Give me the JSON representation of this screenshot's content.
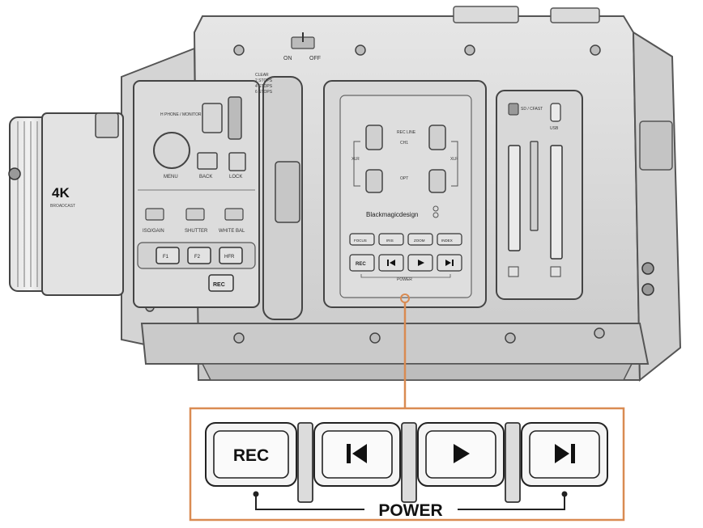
{
  "lens": {
    "format_label": "4K",
    "sub_label": "BROADCAST"
  },
  "switch": {
    "on": "ON",
    "off": "OFF"
  },
  "left_panel": {
    "menu": "MENU",
    "back": "BACK",
    "lock": "LOCK",
    "headphone": "H PHONE / MONITOR",
    "iso_gain": "ISO/GAIN",
    "shutter": "SHUTTER",
    "white_bal": "WHITE BAL",
    "f1": "F1",
    "f2": "F2",
    "hfr": "HFR",
    "rec": "REC",
    "nd_labels": [
      "CLEAR",
      "2 STOPS",
      "4 STOPS",
      "6 STOPS"
    ]
  },
  "center_panel": {
    "rec_label": "REC LINE",
    "level_label": "CH1",
    "opt_label": "OPT",
    "left_side": "XLR",
    "right_side": "XLR",
    "brand": "Blackmagicdesign",
    "top_buttons": [
      "FOCUS",
      "IRIS",
      "ZOOM",
      "INDEX"
    ],
    "transport": [
      "REC",
      "",
      "",
      ""
    ],
    "power_label": "POWER"
  },
  "right_panel": {
    "card_label": "SD / CFAST",
    "usb_label": "USB"
  },
  "callout": {
    "buttons": [
      {
        "label": "REC",
        "icon": "text"
      },
      {
        "label": "",
        "icon": "skip-back-icon"
      },
      {
        "label": "",
        "icon": "play-icon"
      },
      {
        "label": "",
        "icon": "skip-forward-icon"
      }
    ],
    "power_label": "POWER",
    "accent_color": "#d98b52"
  }
}
